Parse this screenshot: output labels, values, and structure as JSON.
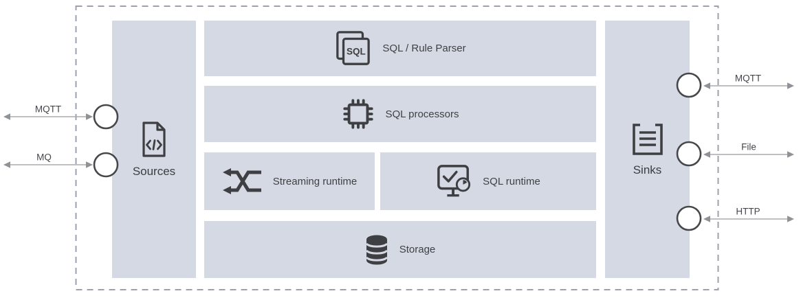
{
  "diagram": {
    "title_hint": "streaming rule engine architecture",
    "colors": {
      "module_fill": "#D5D9E3",
      "icon_stroke": "#3E3F42",
      "frame_dash": "#9BA1AA",
      "arrow_line": "#AAAAAA",
      "arrow_head": "#8F9296",
      "label_text": "#3F4145",
      "circle_stroke": "#46474A",
      "circle_fill": "#FFFFFF"
    },
    "sources": {
      "label": "Sources",
      "icon": "document-code-icon"
    },
    "sinks": {
      "label": "Sinks",
      "icon": "stack-bracket-icon"
    },
    "modules": {
      "parser": {
        "label": "SQL / Rule Parser",
        "icon": "sql-pages-icon",
        "icon_text": "SQL"
      },
      "processors": {
        "label": "SQL processors",
        "icon": "chip-icon"
      },
      "streaming": {
        "label": "Streaming runtime",
        "icon": "shuffle-arrows-icon"
      },
      "sql_runtime": {
        "label": "SQL runtime",
        "icon": "monitor-check-clock-icon"
      },
      "storage": {
        "label": "Storage",
        "icon": "database-icon"
      }
    },
    "left_ports": [
      {
        "label": "MQTT"
      },
      {
        "label": "MQ"
      }
    ],
    "right_ports": [
      {
        "label": "MQTT"
      },
      {
        "label": "File"
      },
      {
        "label": "HTTP"
      }
    ]
  }
}
